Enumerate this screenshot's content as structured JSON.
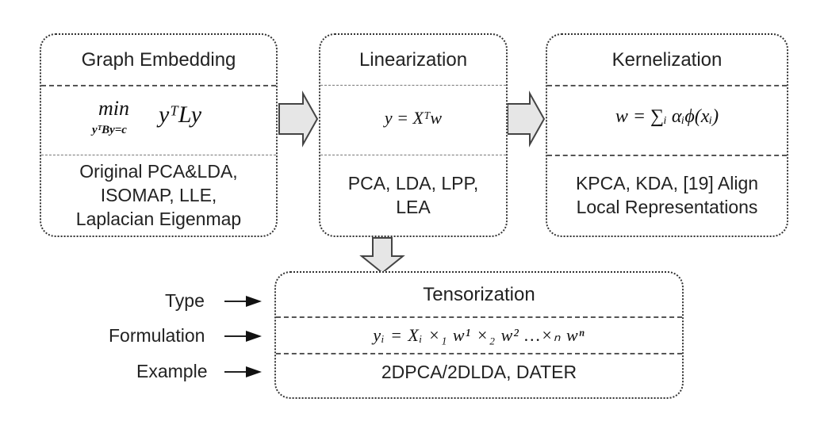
{
  "graph_embedding": {
    "title": "Graph Embedding",
    "formula": {
      "min": "min",
      "constraint": "yᵀBy=c",
      "objective": "yᵀLy"
    },
    "examples": [
      "Original PCA&LDA,",
      "ISOMAP,  LLE,",
      "Laplacian Eigenmap"
    ]
  },
  "linearization": {
    "title": "Linearization",
    "formula": "y = Xᵀw",
    "examples": [
      "PCA, LDA, LPP,",
      "LEA"
    ]
  },
  "kernelization": {
    "title": "Kernelization",
    "formula": "w = ∑ᵢ αᵢϕ(xᵢ)",
    "examples": [
      "KPCA, KDA, [19] Align",
      "Local Representations"
    ]
  },
  "tensorization": {
    "title": "Tensorization",
    "formula": "yᵢ = Xᵢ ×₁ w¹ ×₂ w² …×ₙ wⁿ",
    "examples": "2DPCA/2DLDA, DATER"
  },
  "row_labels": {
    "type": "Type",
    "formulation": "Formulation",
    "example": "Example"
  }
}
